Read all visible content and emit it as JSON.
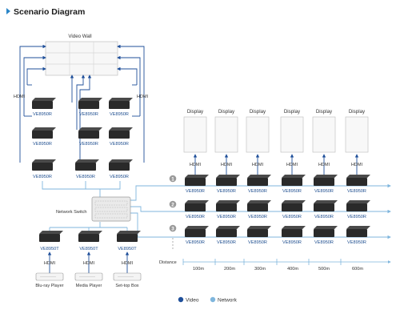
{
  "title": "Scenario Diagram",
  "colors": {
    "accent": "#2b86c8",
    "video": "#1f4f9a",
    "network": "#7fb6dd",
    "device": "#2a2a2a"
  },
  "video_wall_label": "Video Wall",
  "hdmi_label": "HDMI",
  "receiver_label": "VE8950R",
  "transmitter_label": "VE8950T",
  "network_switch_label": "Network Switch",
  "display_label": "Display",
  "distance_label": "Distance",
  "distances": [
    "100m",
    "200m",
    "300m",
    "400m",
    "500m",
    "600m"
  ],
  "row_numbers": [
    "1",
    "2",
    "3"
  ],
  "sources": [
    "Blu-ray Player",
    "Media Player",
    "Set-top Box"
  ],
  "legend": {
    "video": "Video",
    "network": "Network"
  }
}
